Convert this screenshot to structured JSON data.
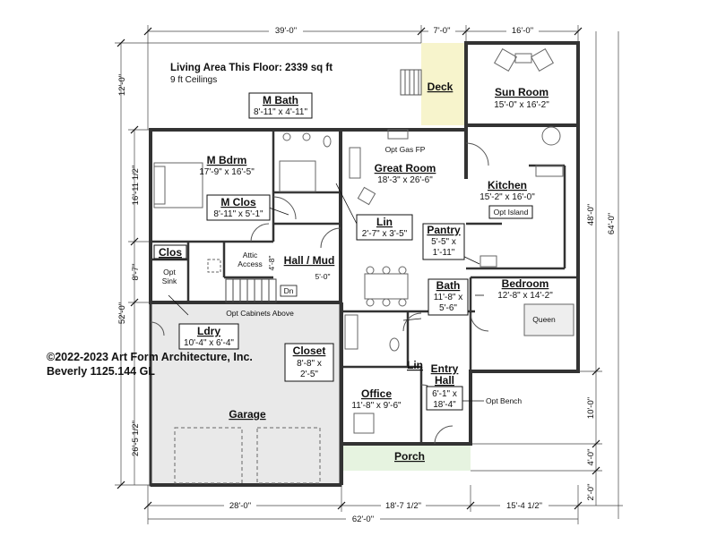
{
  "plan": {
    "title": "Living Area This Floor: 2339 sq ft",
    "subtitle": "9 ft Ceilings",
    "copyright": "©2022-2023 Art Form Architecture, Inc.",
    "plan_name": "Beverly 1125.144 GL"
  },
  "exterior_dims": {
    "top_1": "39'-0\"",
    "top_2": "7'-0\"",
    "top_3": "16'-0\"",
    "bottom_1": "28'-0\"",
    "bottom_2": "18'-7 1/2\"",
    "bottom_3": "15'-4 1/2\"",
    "bottom_total": "62'-0\"",
    "left_1": "12'-0\"",
    "left_2": "16'-11 1/2\"",
    "left_3": "8'-7\"",
    "left_4": "26'-5 1/2\"",
    "left_total": "52'-0\"",
    "right_1": "48'-0\"",
    "right_2": "10'-0\"",
    "right_3": "4'-0\"",
    "right_4": "2'-0\"",
    "right_total": "64'-0\""
  },
  "rooms": {
    "deck": {
      "name": "Deck"
    },
    "sun_room": {
      "name": "Sun Room",
      "size": "15'-0\" x 16'-2\""
    },
    "m_bath": {
      "name": "M Bath",
      "size": "8'-11\" x 4'-11\""
    },
    "m_bdrm": {
      "name": "M Bdrm",
      "size": "17'-9\" x 16'-5\""
    },
    "great_room": {
      "name": "Great Room",
      "size": "18'-3\" x 26'-6\""
    },
    "kitchen": {
      "name": "Kitchen",
      "size": "15'-2\" x 16'-0\""
    },
    "m_clos": {
      "name": "M Clos",
      "size": "8'-11\" x 5'-1\""
    },
    "lin_1": {
      "name": "Lin",
      "size": "2'-7\" x 3'-5\""
    },
    "pantry": {
      "name": "Pantry",
      "size_1": "5'-5\" x",
      "size_2": "1'-11\""
    },
    "clos": {
      "name": "Clos"
    },
    "hall_mud": {
      "name": "Hall / Mud"
    },
    "bath": {
      "name": "Bath",
      "size_1": "11'-8\" x",
      "size_2": "5'-6\""
    },
    "bedroom": {
      "name": "Bedroom",
      "size": "12'-8\" x 14'-2\""
    },
    "ldry": {
      "name": "Ldry",
      "size": "10'-4\" x 6'-4\""
    },
    "closet": {
      "name": "Closet",
      "size_1": "8'-8\" x",
      "size_2": "2'-5\""
    },
    "lin_2": {
      "name": "Lin"
    },
    "entry_hall": {
      "name_1": "Entry",
      "name_2": "Hall",
      "size_1": "6'-1\" x",
      "size_2": "18'-4\""
    },
    "office": {
      "name": "Office",
      "size": "11'-8\" x 9'-6\""
    },
    "garage": {
      "name": "Garage"
    },
    "porch": {
      "name": "Porch"
    }
  },
  "notes": {
    "opt_gas_fp": "Opt Gas FP",
    "opt_island": "Opt Island",
    "attic_access_1": "Attic",
    "attic_access_2": "Access",
    "opt_sink_1": "Opt",
    "opt_sink_2": "Sink",
    "opt_cabinets": "Opt Cabinets Above",
    "opt_bench": "Opt Bench",
    "stair_dim_1": "4'-8\"",
    "stair_dim_2": "5'-0\"",
    "dn": "Dn",
    "queen": "Queen"
  },
  "colors": {
    "wall": "#333333",
    "garage_fill": "#e9e9e9",
    "deck_fill": "#f7f4cc",
    "porch_fill": "#e6f3e0",
    "line": "#111111"
  }
}
